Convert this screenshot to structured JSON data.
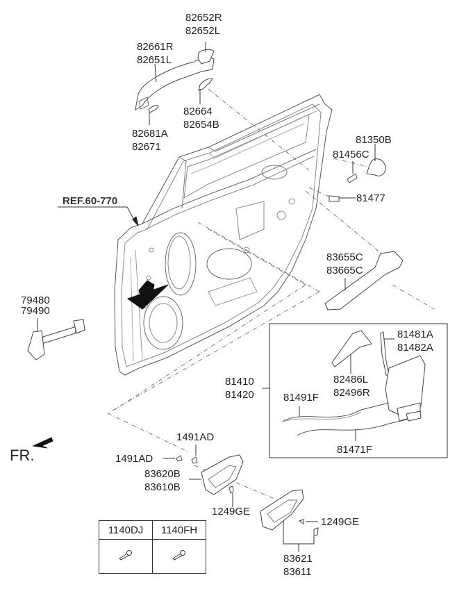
{
  "diagram": {
    "type": "exploded-parts-diagram",
    "subject": "Rear door handle, lock and checker assembly",
    "reference": "REF.60-770",
    "front_indicator": "FR.",
    "callouts": [
      {
        "id": "outside-handle-cover",
        "parts": [
          "82652R",
          "82652L"
        ]
      },
      {
        "id": "outside-handle",
        "parts": [
          "82661R",
          "82651L"
        ]
      },
      {
        "id": "handle-gasket",
        "parts": [
          "82664",
          "82654B"
        ]
      },
      {
        "id": "handle-pad",
        "parts": [
          "82681A",
          "82671"
        ]
      },
      {
        "id": "striker",
        "parts": [
          "81350B"
        ]
      },
      {
        "id": "striker-screw",
        "parts": [
          "81456C"
        ]
      },
      {
        "id": "bolt",
        "parts": [
          "81477"
        ]
      },
      {
        "id": "checker",
        "parts": [
          "79480",
          "79490"
        ]
      },
      {
        "id": "handle-bracket",
        "parts": [
          "83655C",
          "83665C"
        ]
      },
      {
        "id": "latch-assembly",
        "parts": [
          "81410",
          "81420"
        ]
      },
      {
        "id": "rod",
        "parts": [
          "81481A",
          "81482A"
        ]
      },
      {
        "id": "cover",
        "parts": [
          "82486L",
          "82496R"
        ]
      },
      {
        "id": "cable-1",
        "parts": [
          "81491F"
        ]
      },
      {
        "id": "cable-2",
        "parts": [
          "81471F"
        ]
      },
      {
        "id": "clip-1",
        "parts": [
          "1491AD"
        ]
      },
      {
        "id": "clip-2",
        "parts": [
          "1491AD"
        ]
      },
      {
        "id": "inside-handle",
        "parts": [
          "83620B",
          "83610B"
        ]
      },
      {
        "id": "screw-1",
        "parts": [
          "1249GE"
        ]
      },
      {
        "id": "screw-2",
        "parts": [
          "1249GE"
        ]
      },
      {
        "id": "inside-handle-cover",
        "parts": [
          "83621",
          "83611"
        ]
      }
    ],
    "fastener_table": {
      "headers": [
        "1140DJ",
        "1140FH"
      ],
      "icons": [
        "bolt-icon",
        "bolt-icon"
      ]
    }
  }
}
